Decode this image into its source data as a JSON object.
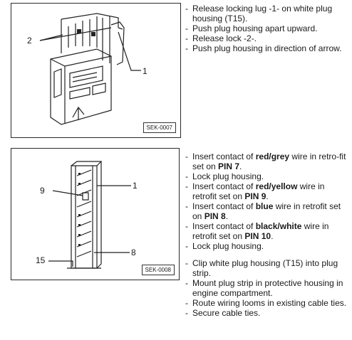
{
  "figure1": {
    "code": "SEK-0007",
    "callouts": {
      "c1": "1",
      "c2": "2"
    }
  },
  "figure2": {
    "code": "SEK-0008",
    "callouts": {
      "c9": "9",
      "c1": "1",
      "c15": "15",
      "c8": "8"
    }
  },
  "steps1": [
    "Release locking lug -1- on white plug housing (T15).",
    "Push plug housing apart upward.",
    "Release lock -2-.",
    "Push plug housing in direction of arrow."
  ],
  "steps2": {
    "s1": {
      "a": "Insert contact of ",
      "b": "red/grey",
      "c": " wire in retro-fit set on ",
      "d": "PIN 7",
      "e": "."
    },
    "s2": "Lock plug housing.",
    "s3": {
      "a": "Insert contact of ",
      "b": "red/yellow",
      "c": " wire in retrofit set on ",
      "d": "PIN 9",
      "e": "."
    },
    "s4": {
      "a": "Insert contact of ",
      "b": "blue",
      "c": " wire in retrofit set on ",
      "d": "PIN 8",
      "e": "."
    },
    "s5": {
      "a": "Insert contact of ",
      "b": "black/white",
      "c": " wire in retrofit set on ",
      "d": "PIN 10",
      "e": "."
    },
    "s6": "Lock plug housing.",
    "s7": "Clip white plug housing (T15) into plug strip.",
    "s8": "Mount plug strip in protective housing in engine compartment.",
    "s9": "Route wiring looms in existing cable ties.",
    "s10": "Secure cable ties."
  }
}
